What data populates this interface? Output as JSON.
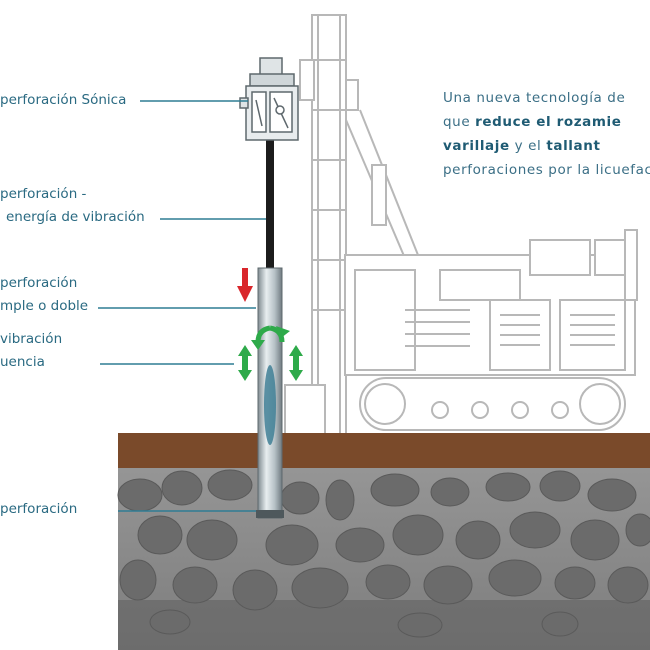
{
  "labels": {
    "head": "perforación Sónica",
    "rod_1": "perforación -",
    "rod_2": "energía de vibración",
    "casing_1": "perforación",
    "casing_2": "mple o doble",
    "vibration_1": "vibración",
    "vibration_2": "uencia",
    "bit": "perforación"
  },
  "intro": {
    "line1": "Una nueva tecnología de",
    "line2_a": "que",
    "line2_b": "reduce el rozamie",
    "line3_a": "varillaje",
    "line3_b": "y el",
    "line3_c": "tallant",
    "line4": "perforaciones por la licuefac"
  },
  "colors": {
    "label_text": "#2a6a82",
    "leader_line": "#2f7d94",
    "soil_top": "#7a4a2a",
    "ground": "#8c8c8c",
    "rock": "#6b6b6b",
    "arrow_down": "#d9262b",
    "arrow_green": "#2eaa4a",
    "rig_outline": "#b8b8b8"
  }
}
